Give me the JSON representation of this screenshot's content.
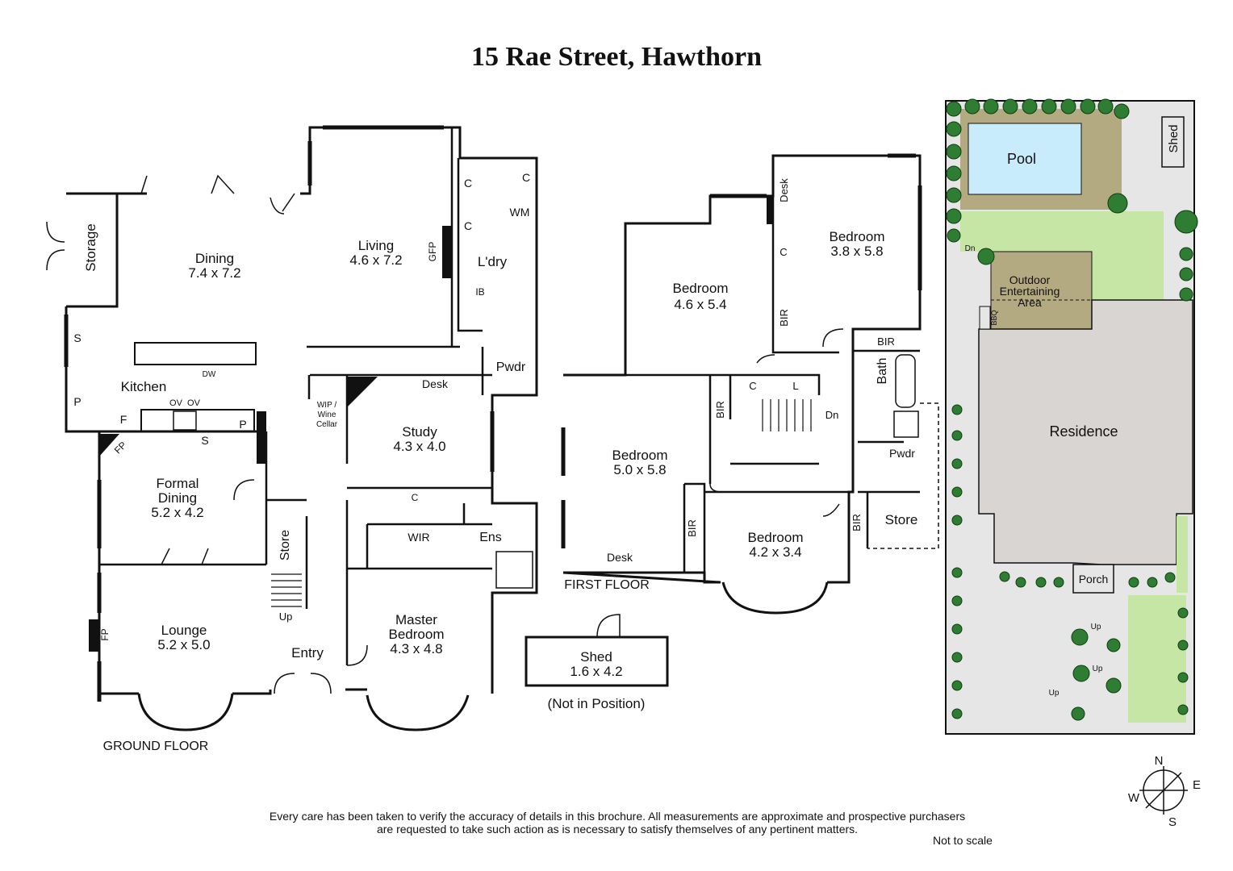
{
  "title": "15 Rae Street, Hawthorn",
  "colors": {
    "wall": "#111111",
    "pool": "#c8ecfb",
    "lawn": "#c6e6a6",
    "paving": "#b3aa82",
    "residence": "#d9d5d3",
    "driveway": "#e6e6e6",
    "tree": "#2e7d32"
  },
  "ground_floor": {
    "label": "GROUND FLOOR",
    "rooms": {
      "storage": "Storage",
      "dining_name": "Dining",
      "dining_size": "7.4 x 7.2",
      "living_name": "Living",
      "living_size": "4.6 x 7.2",
      "laundry": "L'dry",
      "kitchen": "Kitchen",
      "formal_name1": "Formal",
      "formal_name2": "Dining",
      "formal_size": "5.2 x 4.2",
      "lounge_name": "Lounge",
      "lounge_size": "5.2 x 5.0",
      "study_name": "Study",
      "study_size": "4.3 x 4.0",
      "master_name1": "Master",
      "master_name2": "Bedroom",
      "master_size": "4.3 x 4.8",
      "entry": "Entry",
      "store": "Store",
      "wip1": "WIP /",
      "wip2": "Wine",
      "wip3": "Cellar",
      "wir": "WIR",
      "ens": "Ens",
      "pwdr": "Pwdr",
      "desk": "Desk"
    },
    "marks": {
      "c": "C",
      "wm": "WM",
      "gfp": "GFP",
      "ib": "IB",
      "s": "S",
      "p": "P",
      "f": "F",
      "fp": "FP",
      "dw": "DW",
      "ov1": "OV",
      "ov2": "OV",
      "up": "Up"
    }
  },
  "shed_plan": {
    "name": "Shed",
    "size": "1.6 x 4.2",
    "note": "(Not in Position)"
  },
  "first_floor": {
    "label": "FIRST FLOOR",
    "rooms": {
      "bed1_name": "Bedroom",
      "bed1_size": "4.6  x 5.4",
      "bed2_name": "Bedroom",
      "bed2_size": "3.8 x 5.8",
      "bed3_name": "Bedroom",
      "bed3_size": "5.0 x 5.8",
      "bed4_name": "Bedroom",
      "bed4_size": "4.2 x 3.4",
      "bath": "Bath",
      "pwdr": "Pwdr",
      "store": "Store",
      "desk": "Desk",
      "bir": "BIR",
      "c": "C",
      "l": "L",
      "dn": "Dn"
    }
  },
  "site_plan": {
    "pool": "Pool",
    "shed": "Shed",
    "outdoor1": "Outdoor",
    "outdoor2": "Entertaining",
    "outdoor3": "Area",
    "residence": "Residence",
    "porch": "Porch",
    "bbq": "BBQ",
    "dn": "Dn",
    "up": "Up"
  },
  "compass": {
    "n": "N",
    "e": "E",
    "s": "S",
    "w": "W"
  },
  "disclaimer_line1": "Every care has been taken to verify the accuracy of details in this brochure.  All measurements are approximate and prospective purchasers",
  "disclaimer_line2": "are requested to take such action as is necessary to satisfy themselves of any pertinent matters.",
  "not_to_scale": "Not to scale"
}
